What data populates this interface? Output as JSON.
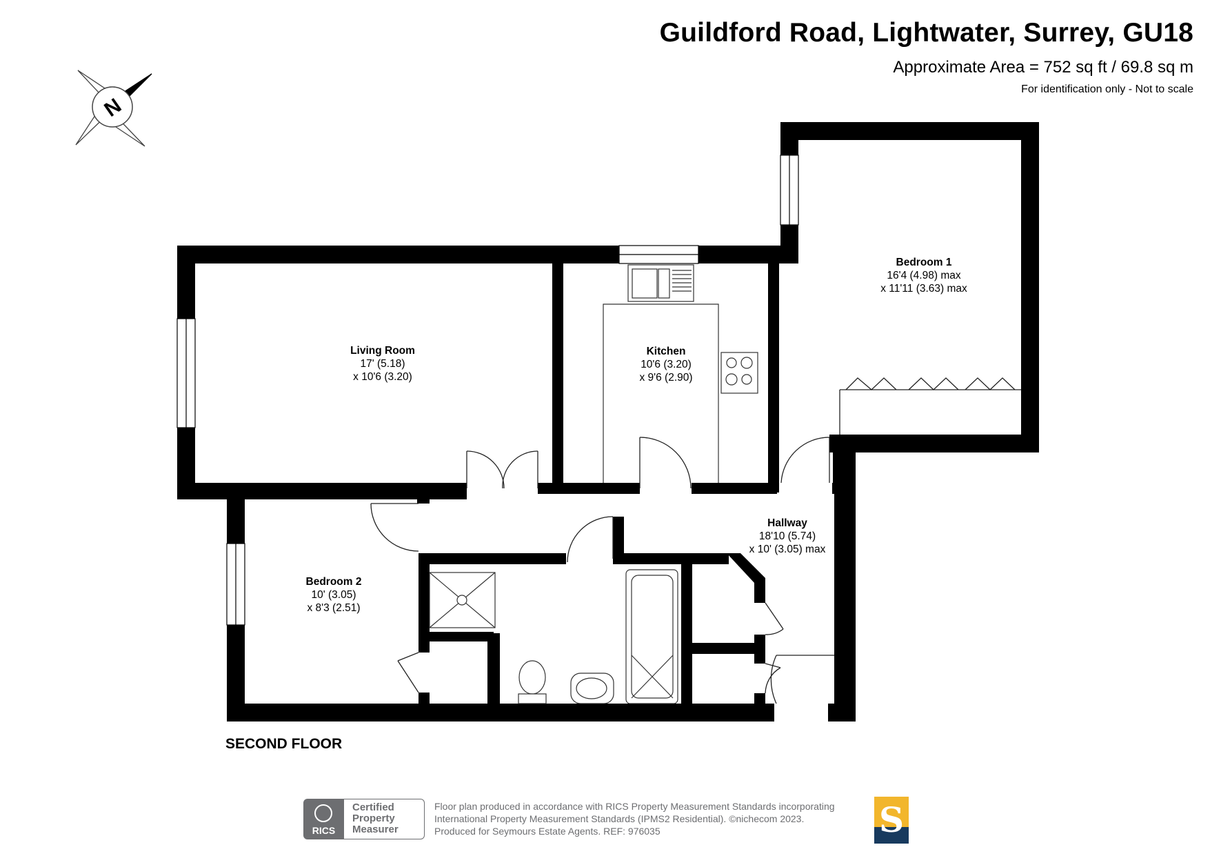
{
  "header": {
    "title": "Guildford Road, Lightwater, Surrey, GU18",
    "area": "Approximate Area = 752 sq ft / 69.8 sq m",
    "note": "For identification only - Not to scale"
  },
  "compass": {
    "label": "N",
    "icon": "north-compass-icon"
  },
  "floor_label": "SECOND FLOOR",
  "rooms": {
    "living_room": {
      "name": "Living Room",
      "dim1": "17' (5.18)",
      "dim2": "x 10'6 (3.20)"
    },
    "kitchen": {
      "name": "Kitchen",
      "dim1": "10'6 (3.20)",
      "dim2": "x 9'6 (2.90)"
    },
    "bedroom1": {
      "name": "Bedroom 1",
      "dim1": "16'4 (4.98) max",
      "dim2": "x 11'11 (3.63) max"
    },
    "bedroom2": {
      "name": "Bedroom 2",
      "dim1": "10' (3.05)",
      "dim2": "x 8'3 (2.51)"
    },
    "hallway": {
      "name": "Hallway",
      "dim1": "18'10 (5.74)",
      "dim2": "x 10' (3.05) max"
    }
  },
  "footer": {
    "rics_word": "RICS",
    "rics_cert": "Certified\nProperty\nMeasurer",
    "line1": "Floor plan produced in accordance with RICS Property Measurement Standards incorporating",
    "line2": "International Property Measurement Standards (IPMS2 Residential).   ©nichecom 2023.",
    "line3": "Produced for Seymours Estate Agents.   REF:  976035",
    "agent_logo_letter": "S"
  },
  "colors": {
    "wall": "#000000",
    "fixture_stroke": "#333333",
    "rics_grey": "#6d6e71",
    "agent_gold": "#f2b62c",
    "agent_navy": "#173a5e"
  }
}
